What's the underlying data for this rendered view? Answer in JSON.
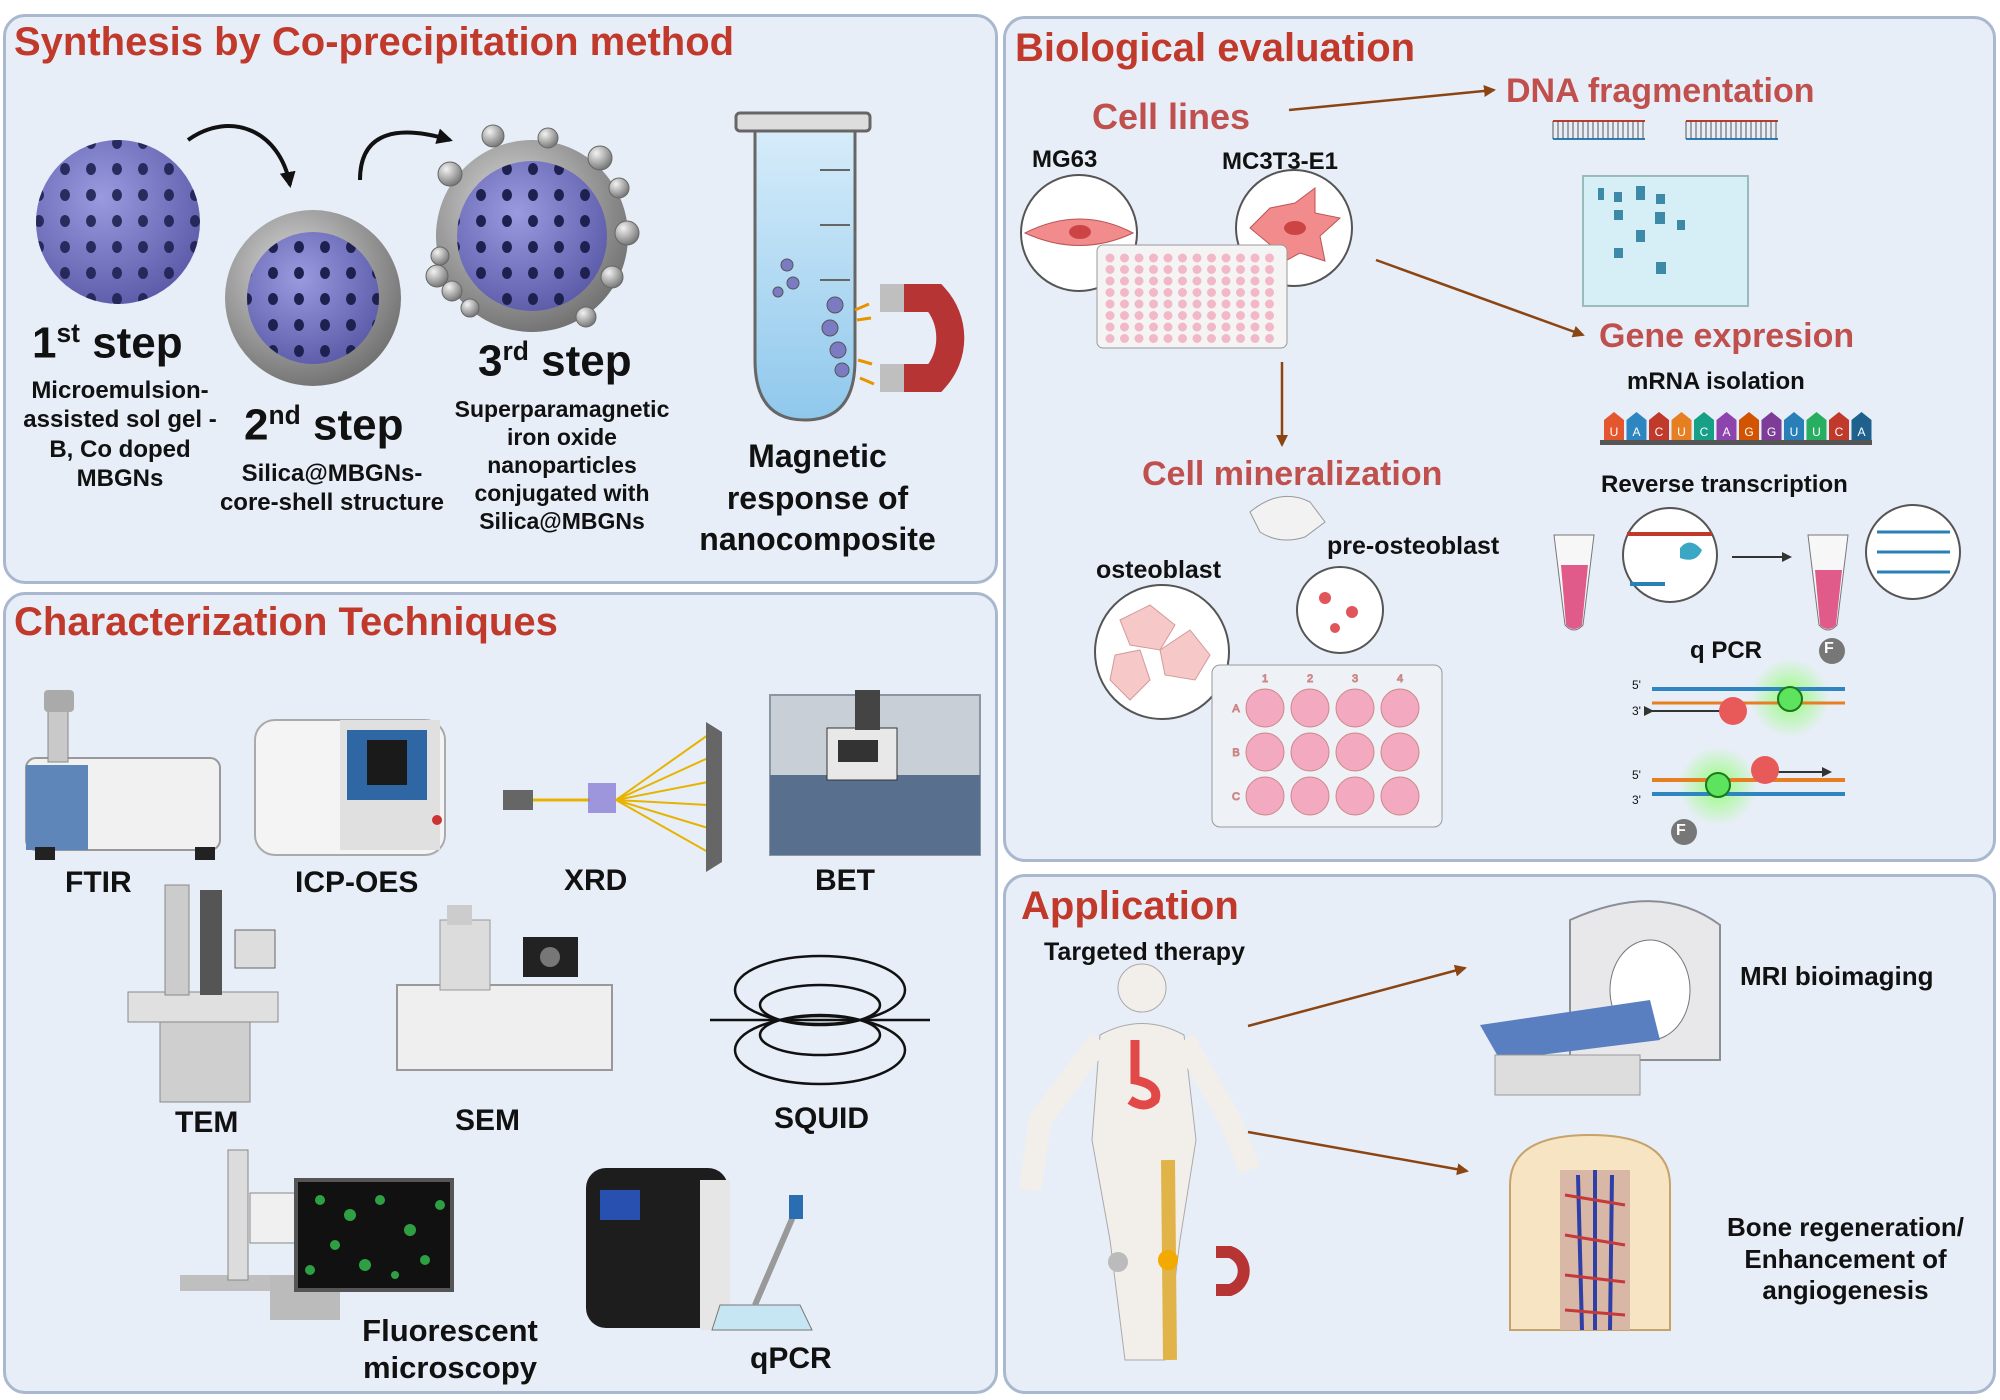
{
  "synthesis": {
    "title": "Synthesis by Co-precipitation  method",
    "step1": {
      "num": "1",
      "sup": "st",
      "word": "step",
      "desc": [
        "Microemulsion-",
        "assisted sol gel -",
        "B, Co doped",
        "MBGNs"
      ]
    },
    "step2": {
      "num": "2",
      "sup": "nd",
      "word": "step",
      "desc": [
        "Silica@MBGNs-",
        "core-shell structure"
      ]
    },
    "step3": {
      "num": "3",
      "sup": "rd",
      "word": "step",
      "desc": [
        "Superparamagnetic",
        "iron oxide",
        "nanoparticles",
        "conjugated with",
        "Silica@MBGNs"
      ]
    },
    "magnetic": [
      "Magnetic",
      "response of",
      "nanocomposite"
    ]
  },
  "characterization": {
    "title": "Characterization Techniques",
    "ftir": "FTIR",
    "icp": "ICP-OES",
    "xrd": "XRD",
    "bet": "BET",
    "tem": "TEM",
    "sem": "SEM",
    "squid": "SQUID",
    "fluor": [
      "Fluorescent",
      "microscopy"
    ],
    "qpcr": "qPCR"
  },
  "bio": {
    "title": "Biological evaluation",
    "cell_lines": "Cell lines",
    "mg63": "MG63",
    "mc3t3": "MC3T3-E1",
    "dna_frag": "DNA fragmentation",
    "gene_exp": "Gene expresion",
    "mrna": "mRNA isolation",
    "rna_letters": [
      "U",
      "A",
      "C",
      "U",
      "C",
      "A",
      "G",
      "G",
      "U",
      "U",
      "C",
      "A"
    ],
    "reverse": "Reverse transcription",
    "qpcr": "q PCR",
    "fluor_marker": "F",
    "prime5": "5'",
    "prime3": "3'",
    "mineral": "Cell mineralization",
    "osteoblast": "osteoblast",
    "preosteo": "pre-osteoblast",
    "well_cols": [
      "1",
      "2",
      "3",
      "4"
    ],
    "well_rows": [
      "A",
      "B",
      "C"
    ]
  },
  "application": {
    "title": "Application",
    "targeted": "Targeted therapy",
    "mri": "MRI bioimaging",
    "bone": [
      "Bone regeneration/",
      "Enhancement of",
      "angiogenesis"
    ]
  },
  "colors": {
    "title_red": "#c0392b",
    "panel_bg": "#e8eef8",
    "panel_border": "#a9b8cf",
    "arrow_brown": "#8b4513",
    "sphere": "#7b7bc4"
  }
}
